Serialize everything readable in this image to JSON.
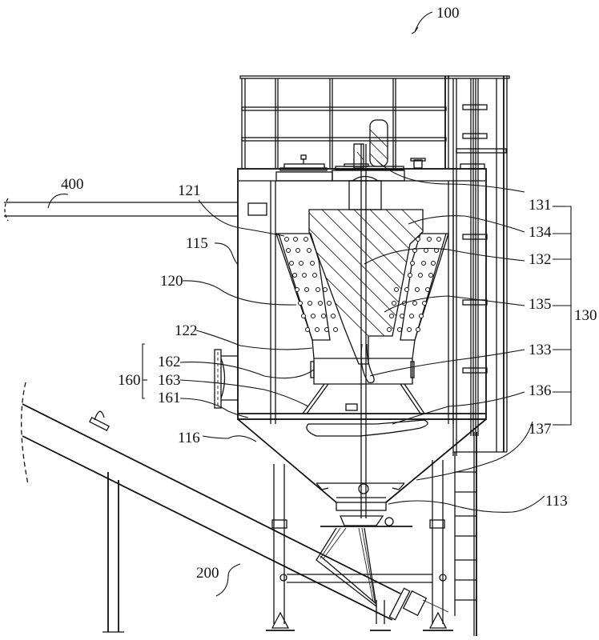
{
  "figure": {
    "type": "patent technical drawing",
    "assembly_label": "100",
    "labels": {
      "l100": "100",
      "l400": "400",
      "l121": "121",
      "l115": "115",
      "l120": "120",
      "l122": "122",
      "l162": "162",
      "l163": "163",
      "l161": "161",
      "l160": "160",
      "l116": "116",
      "l200": "200",
      "l131": "131",
      "l134": "134",
      "l132": "132",
      "l135": "135",
      "l133": "133",
      "l136": "136",
      "l137": "137",
      "l130": "130",
      "l113": "113"
    },
    "groups": [
      {
        "label": "160",
        "members": [
          "162",
          "163",
          "161"
        ]
      },
      {
        "label": "130",
        "members": [
          "131",
          "134",
          "132",
          "135",
          "133",
          "136",
          "137"
        ]
      }
    ]
  }
}
